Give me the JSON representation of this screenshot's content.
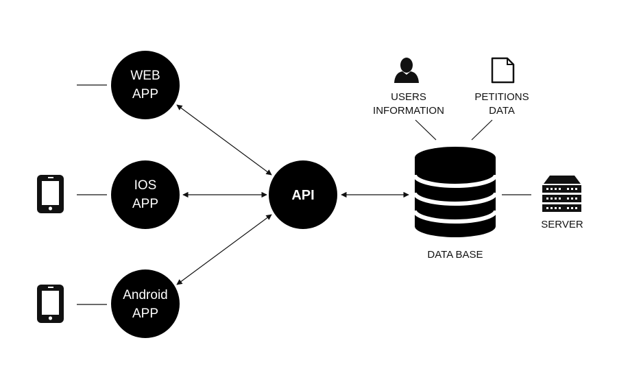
{
  "nodes": {
    "web_app": {
      "line1": "WEB",
      "line2": "APP"
    },
    "ios_app": {
      "line1": "IOS",
      "line2": "APP"
    },
    "android_app": {
      "line1": "Android",
      "line2": "APP"
    },
    "api": {
      "label": "API"
    }
  },
  "database": {
    "label": "DATA BASE",
    "users": {
      "line1": "USERS",
      "line2": "INFORMATION"
    },
    "petitions": {
      "line1": "PETITIONS",
      "line2": "DATA"
    }
  },
  "server": {
    "label": "SERVER"
  },
  "icons": [
    "phone-icon",
    "user-icon",
    "document-icon",
    "database-icon",
    "server-icon"
  ]
}
